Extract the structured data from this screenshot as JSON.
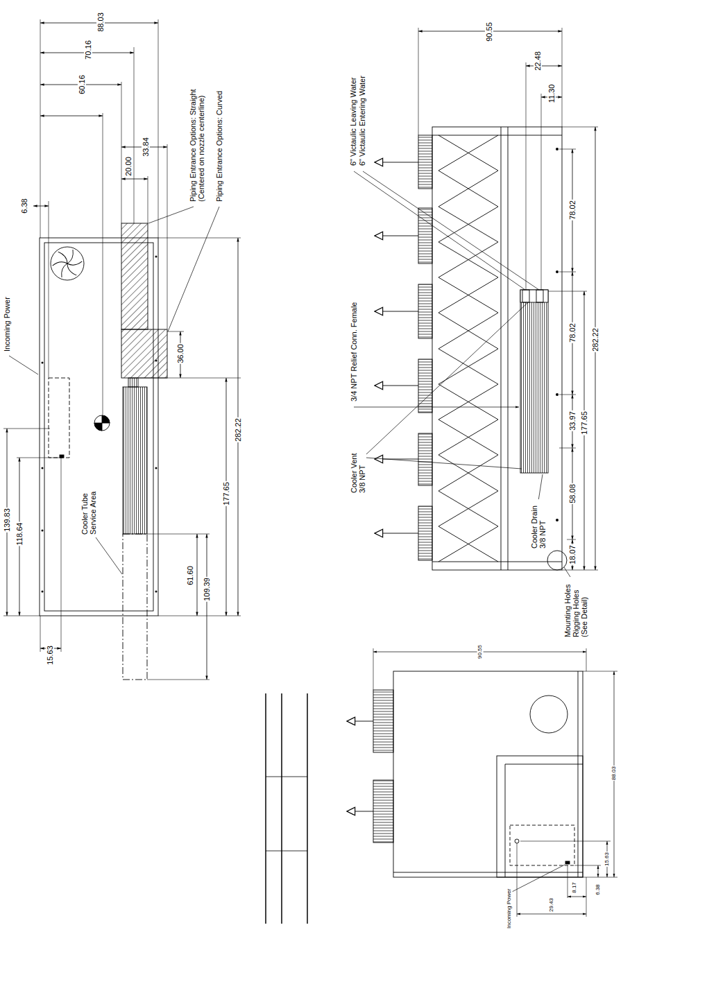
{
  "diagram": {
    "labels": [
      "88.03",
      "70.16",
      "60.16",
      "6.38",
      "33.84",
      "20.00",
      "Piping Entrance Options: Straight (Centered on nozzle centerline)",
      "Piping Entrance Options: Curved",
      "Incoming Power",
      "36.00",
      "282.22",
      "177.65",
      "139.83",
      "118.64",
      "Cooler Tube Service Area",
      "61.60",
      "109.39",
      "15.63",
      "90.55",
      "22.48",
      "11.30",
      "6\" Victaulic Leaving Water",
      "6\" Victaulic Entering Water",
      "78.02",
      "3/4 NPT Relief Conn. Female",
      "78.02",
      "282.22",
      "33.97",
      "177.65",
      "Cooler Vent 3/8 NPT",
      "58.08",
      "Cooler Drain 3/8 NPT",
      "18.07",
      "Mounting Holes Rigging Holes (See Detail)",
      "90.55",
      "88.03",
      "Incoming Power",
      "29.43",
      "8.17",
      "6.38",
      "15.63"
    ]
  }
}
